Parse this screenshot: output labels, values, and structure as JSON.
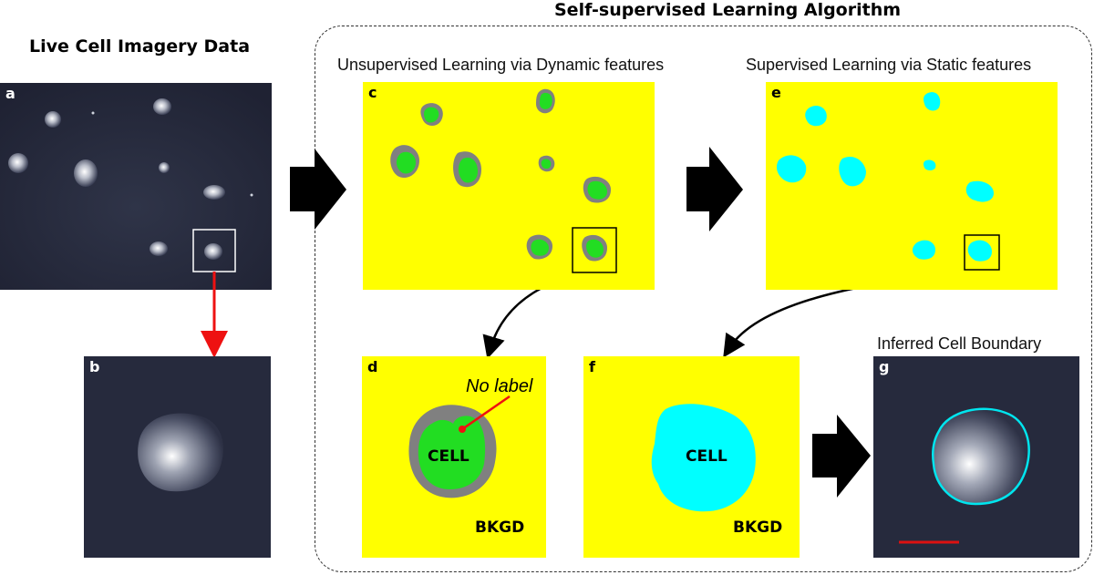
{
  "titles": {
    "algorithm": "Self-supervised Learning Algorithm",
    "data": "Live Cell Imagery Data",
    "unsupervised": "Unsupervised Learning via Dynamic features",
    "supervised": "Supervised Learning via Static features",
    "inferred": "Inferred Cell Boundary"
  },
  "panels": {
    "a": "a",
    "b": "b",
    "c": "c",
    "d": "d",
    "e": "e",
    "f": "f",
    "g": "g"
  },
  "labels": {
    "cell_d": "CELL",
    "bkgd_d": "BKGD",
    "cell_f": "CELL",
    "bkgd_f": "BKGD",
    "no_label": "No label"
  },
  "colors": {
    "background_label": "#ffff00",
    "cell_label_dynamic": "#22dd22",
    "no_label_region": "#808080",
    "cell_label_static": "#00ffff",
    "boundary": "#00e5ee",
    "scale_bar": "#dd1111",
    "zoom_arrow": "#ee1111"
  }
}
